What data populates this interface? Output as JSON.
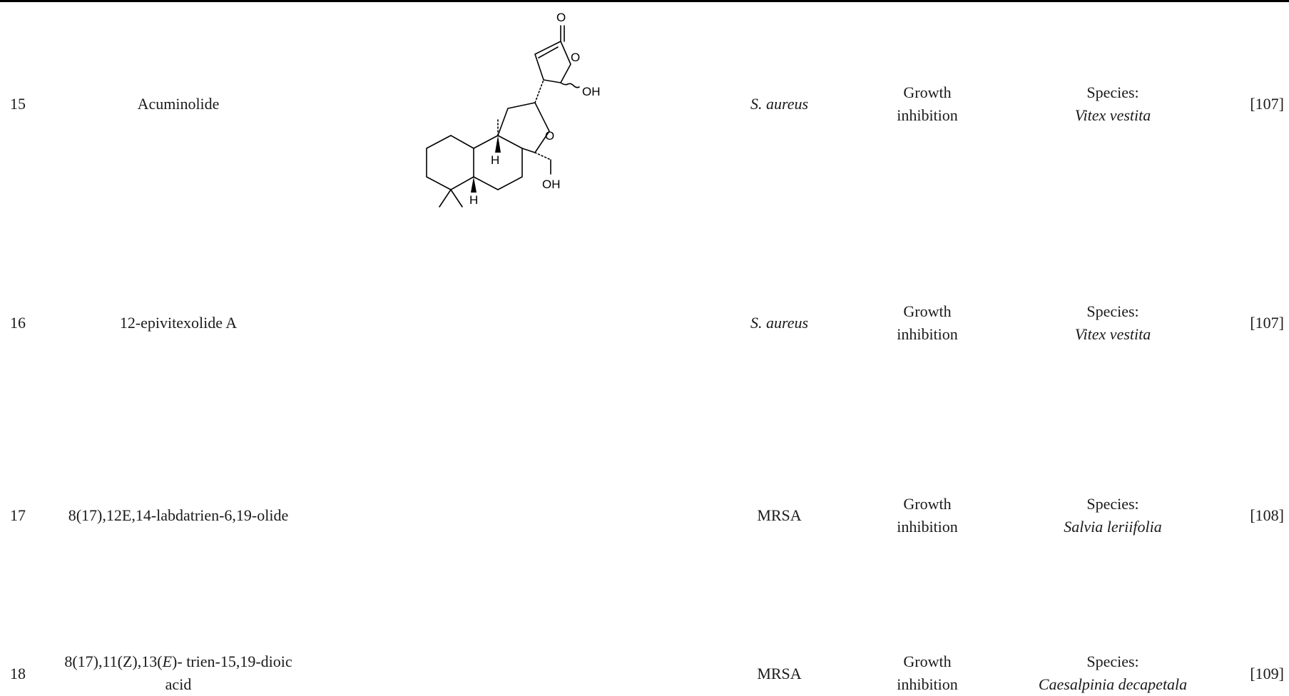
{
  "rows": [
    {
      "number": "15",
      "name": "Acuminolide",
      "organism": "S. aureus",
      "activity": {
        "line1": "Growth",
        "line2": "inhibition"
      },
      "source": {
        "label": "Species:",
        "species": "Vitex vestita"
      },
      "reference": "[107]",
      "structure_atoms": {
        "o_carbonyl": "O",
        "o_ring": "O",
        "oh_top": "OH",
        "o_ether": "O",
        "oh_bottom": "OH",
        "h_upper": "H",
        "h_lower": "H"
      }
    },
    {
      "number": "16",
      "name": "12-epivitexolide A",
      "organism": "S. aureus",
      "activity": {
        "line1": "Growth",
        "line2": "inhibition"
      },
      "source": {
        "label": "Species:",
        "species": "Vitex vestita"
      },
      "reference": "[107]"
    },
    {
      "number": "17",
      "name": "8(17),12E,14-labdatrien-6,19-olide",
      "organism": "MRSA",
      "activity": {
        "line1": "Growth",
        "line2": "inhibition"
      },
      "source": {
        "label": "Species:",
        "species": "Salvia leriifolia"
      },
      "reference": "[108]"
    },
    {
      "number": "18",
      "name_parts": {
        "p1": "8(17),11(Z),13(",
        "p2": "E",
        "p3": ")- trien-15,19-dioic",
        "line2": "acid"
      },
      "organism": "MRSA",
      "activity": {
        "line1": "Growth",
        "line2": "inhibition"
      },
      "source": {
        "label": "Species:",
        "species": "Caesalpinia decapetala"
      },
      "reference": "[109]"
    }
  ]
}
